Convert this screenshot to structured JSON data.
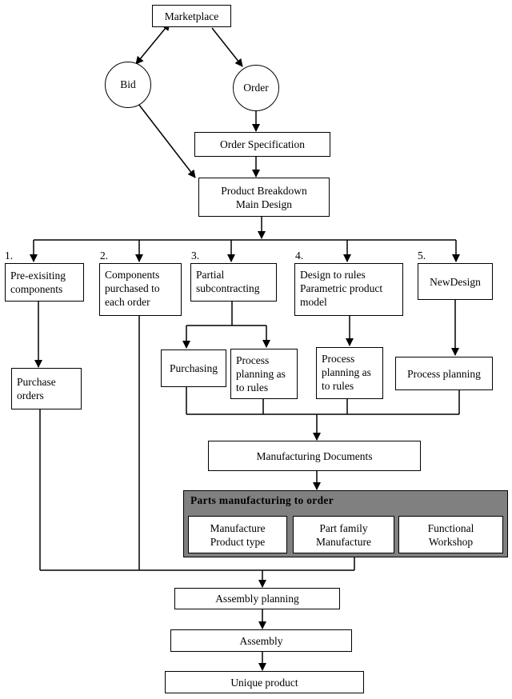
{
  "nodes": {
    "marketplace": "Marketplace",
    "bid": "Bid",
    "order": "Order",
    "order_specification": "Order Specification",
    "product_breakdown": "Product Breakdown\nMain Design",
    "branch1_number": "1.",
    "branch1_title": "Pre-exisiting\ncomponents",
    "branch1_sub": "Purchase\norders",
    "branch2_number": "2.",
    "branch2_title": "Components\npurchased to\neach order",
    "branch3_number": "3.",
    "branch3_title": "Partial\nsubcontracting",
    "branch3_sub_a": "Purchasing",
    "branch3_sub_b": "Process\nplanning as\nto rules",
    "branch4_number": "4.",
    "branch4_title": "Design to rules\nParametric product\nmodel",
    "branch4_sub": "Process\nplanning as\nto rules",
    "branch5_number": "5.",
    "branch5_title": "NewDesign",
    "branch5_sub": "Process planning",
    "manufacturing_documents": "Manufacturing Documents",
    "parts_group_title": "Parts manufacturing to order",
    "parts_a": "Manufacture\nProduct type",
    "parts_b": "Part family\nManufacture",
    "parts_c": "Functional\nWorkshop",
    "assembly_planning": "Assembly planning",
    "assembly": "Assembly",
    "unique_product": "Unique product"
  },
  "colors": {
    "group_fill": "#808080",
    "line": "#000000"
  }
}
